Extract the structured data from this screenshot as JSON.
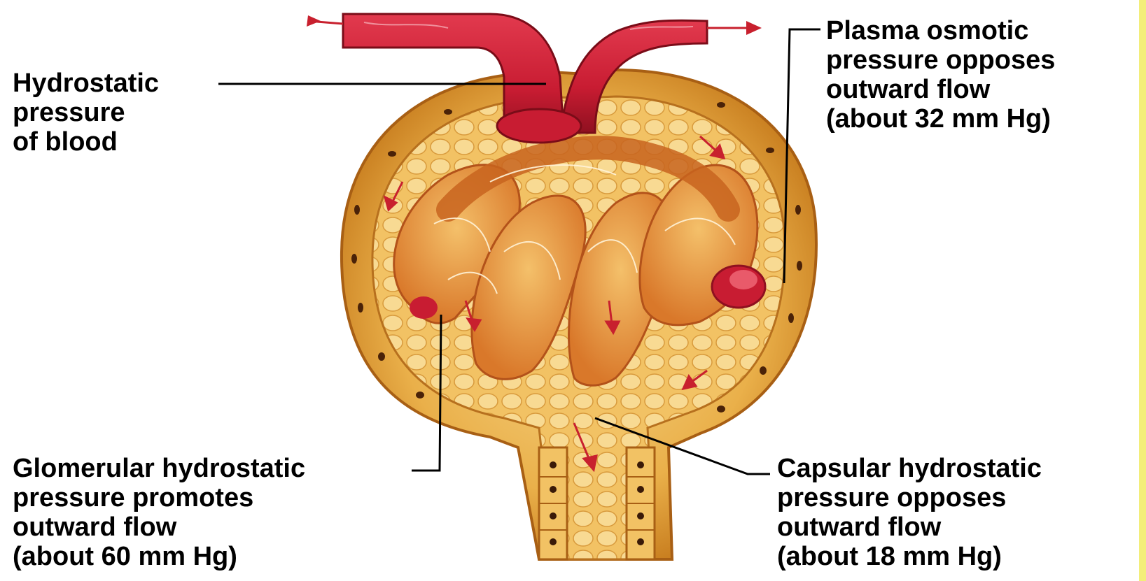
{
  "labels": {
    "hydrostatic_blood": [
      "Hydrostatic",
      "pressure",
      "of blood"
    ],
    "plasma_osmotic": [
      "Plasma osmotic",
      "pressure opposes",
      "outward flow",
      "(about 32 mm Hg)"
    ],
    "glomerular_hydrostatic": [
      "Glomerular hydrostatic",
      "pressure promotes",
      "outward flow",
      "(about 60 mm Hg)"
    ],
    "capsular_hydrostatic": [
      "Capsular hydrostatic",
      "pressure opposes",
      "outward flow",
      "(about 18 mm Hg)"
    ]
  },
  "colors": {
    "capsule": "#e8a83a",
    "capsule_light": "#f6d28a",
    "vessel": "#d8243a",
    "vessel_dark": "#9e1426",
    "arrow": "#c8202e",
    "leader_line": "#000000",
    "edge_strip": "#f3ee7a"
  }
}
